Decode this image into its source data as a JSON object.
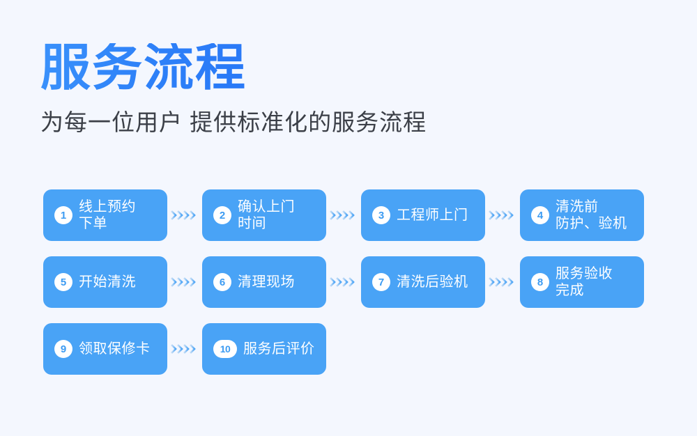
{
  "header": {
    "title": "服务流程",
    "subtitle": "为每一位用户 提供标准化的服务流程",
    "title_gradient_from": "#3a91fb",
    "title_gradient_to": "#2a79f7",
    "subtitle_color": "#3b3f47"
  },
  "theme": {
    "background": "#f4f7fe",
    "card_blue": "#49a3f6",
    "badge_bg": "#ffffff",
    "badge_text": "#3c9bf2",
    "card_text": "#ffffff",
    "arrow_light": "#bcd9f6",
    "arrow_dark": "#4da5f6"
  },
  "flow": {
    "rows": [
      {
        "steps": [
          {
            "number": "1",
            "label": "线上预约\n下单",
            "arrow_after": true
          },
          {
            "number": "2",
            "label": "确认上门\n时间",
            "arrow_after": true
          },
          {
            "number": "3",
            "label": "工程师上门",
            "arrow_after": true
          },
          {
            "number": "4",
            "label": "清洗前\n防护、验机",
            "arrow_after": false
          }
        ]
      },
      {
        "steps": [
          {
            "number": "5",
            "label": "开始清洗",
            "arrow_after": true
          },
          {
            "number": "6",
            "label": "清理现场",
            "arrow_after": true
          },
          {
            "number": "7",
            "label": "清洗后验机",
            "arrow_after": true
          },
          {
            "number": "8",
            "label": "服务验收\n完成",
            "arrow_after": false
          }
        ]
      },
      {
        "steps": [
          {
            "number": "9",
            "label": "领取保修卡",
            "arrow_after": true
          },
          {
            "number": "10",
            "label": "服务后评价",
            "arrow_after": false
          }
        ]
      }
    ]
  },
  "icons": {
    "arrow": "chevrons-right-icon"
  }
}
